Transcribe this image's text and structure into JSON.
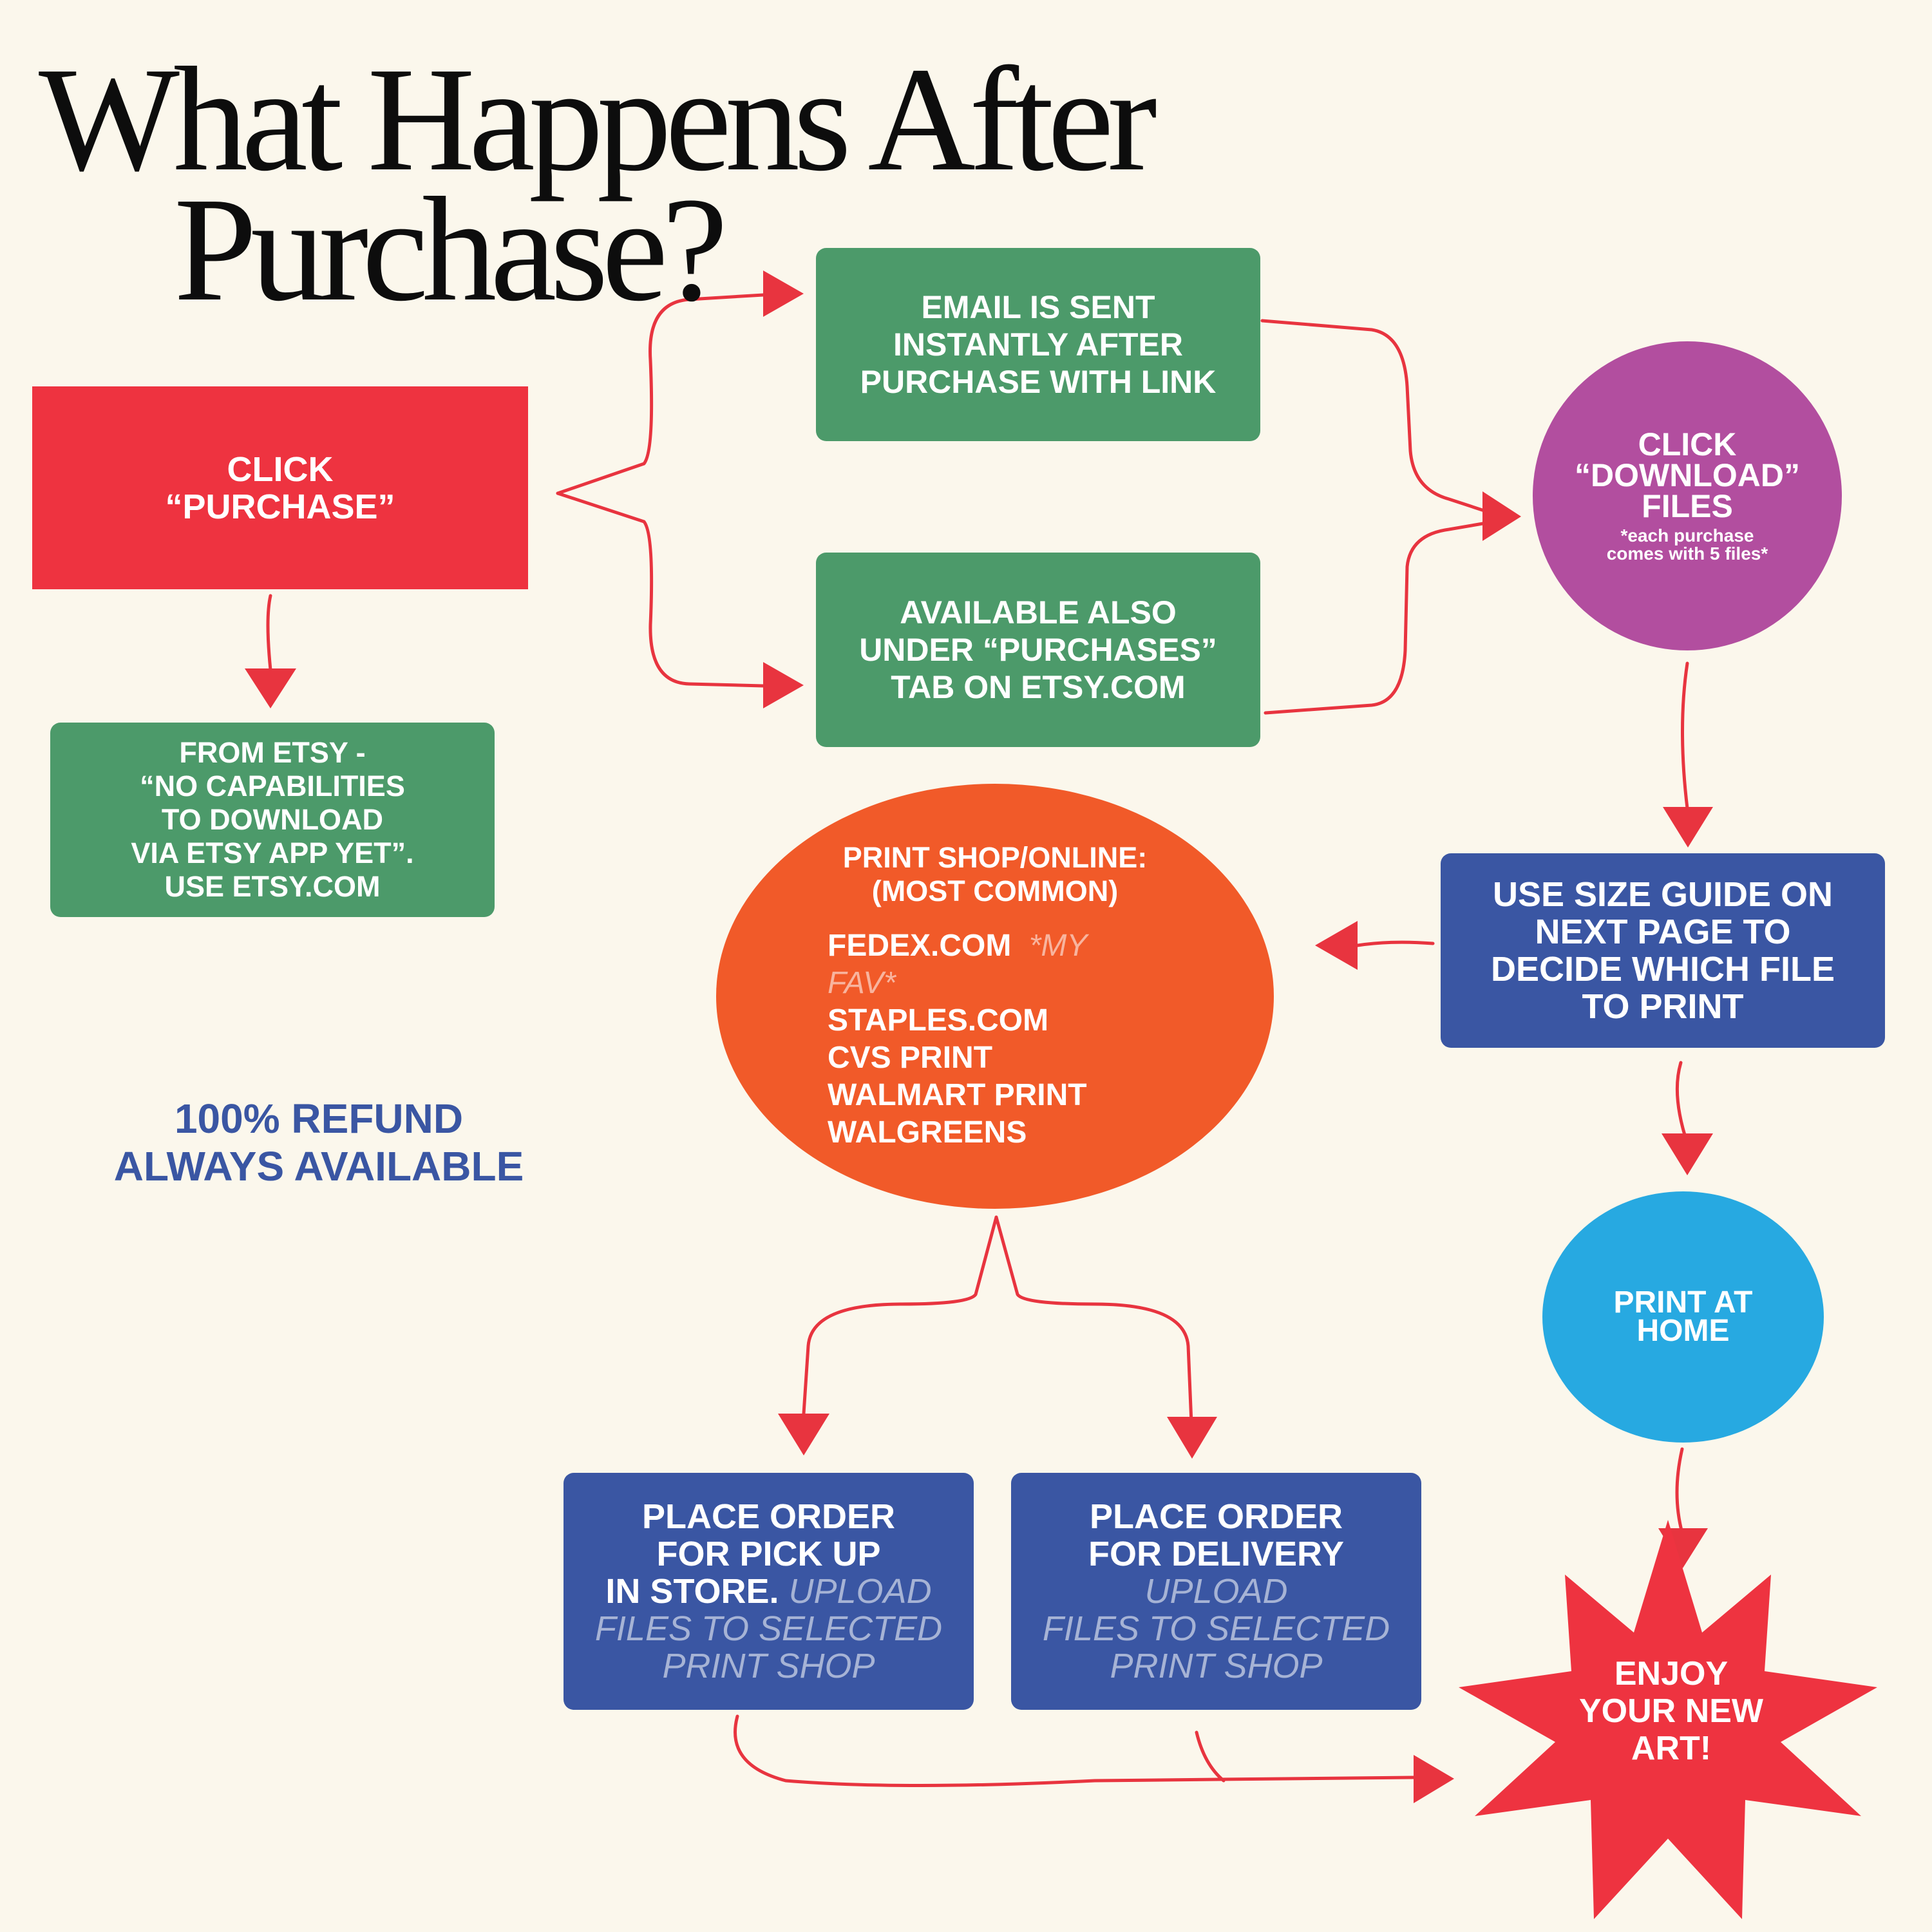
{
  "title": {
    "line1": "What Happens After",
    "line2": "Purchase?"
  },
  "nodes": {
    "click_purchase": {
      "lines": [
        "CLICK",
        "“PURCHASE”"
      ]
    },
    "email_sent": {
      "lines": [
        "EMAIL IS SENT",
        "INSTANTLY AFTER",
        "PURCHASE WITH LINK"
      ]
    },
    "purchases_tab": {
      "lines": [
        "AVAILABLE ALSO",
        "UNDER “PURCHASES”",
        "TAB ON ETSY.COM"
      ]
    },
    "from_etsy": {
      "lines": [
        "FROM ETSY -",
        "“NO CAPABILITIES",
        "TO DOWNLOAD",
        "VIA ETSY APP YET”.",
        "USE ETSY.COM"
      ]
    },
    "download": {
      "lines": [
        "CLICK",
        "“DOWNLOAD”",
        "FILES"
      ],
      "note": [
        "*each purchase",
        "comes with 5 files*"
      ]
    },
    "size_guide": {
      "lines": [
        "USE SIZE GUIDE ON",
        "NEXT PAGE TO",
        "DECIDE WHICH FILE",
        "TO PRINT"
      ]
    },
    "print_shop": {
      "heading": [
        "PRINT SHOP/ONLINE:",
        "(MOST COMMON)"
      ],
      "shops": [
        "FEDEX.COM",
        "STAPLES.COM",
        "CVS PRINT",
        "WALMART PRINT",
        "WALGREENS"
      ],
      "fav": "*MY FAV*"
    },
    "print_home": {
      "lines": [
        "PRINT AT",
        "HOME"
      ]
    },
    "pickup": {
      "bold": [
        "PLACE ORDER",
        "FOR PICK UP",
        "IN STORE."
      ],
      "thin": [
        "UPLOAD",
        "FILES TO SELECTED",
        "PRINT SHOP"
      ]
    },
    "delivery": {
      "bold": [
        "PLACE ORDER",
        "FOR DELIVERY"
      ],
      "thin": [
        "UPLOAD",
        "FILES TO SELECTED",
        "PRINT SHOP"
      ]
    },
    "enjoy": {
      "lines": [
        "ENJOY",
        "YOUR NEW",
        "ART!"
      ]
    }
  },
  "refund": {
    "lines": [
      "100% REFUND",
      "ALWAYS AVAILABLE"
    ]
  },
  "colors": {
    "background": "#FBF7EC",
    "red": "#EE3340",
    "green": "#4C9A6A",
    "purple": "#B24E9F",
    "blue": "#3A56A3",
    "orange": "#F15A29",
    "sky": "#27A9E1",
    "connector": "#E8343F"
  }
}
